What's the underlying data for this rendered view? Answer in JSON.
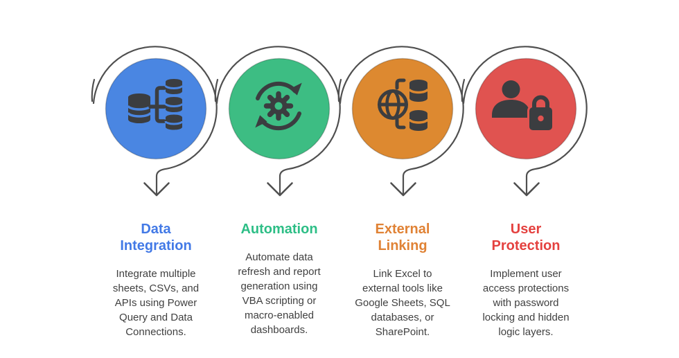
{
  "background": "#ffffff",
  "outline_color": "#4f4f4f",
  "icon_color": "#3b3d40",
  "body_text_color": "#3f3f3f",
  "items": [
    {
      "id": "data-integration",
      "title": "Data\nIntegration",
      "title_color": "#4279e6",
      "circle_color": "#4a86e2",
      "icon": "database-branch-icon",
      "body": "Integrate multiple\nsheets, CSVs, and\nAPIs using Power\nQuery and Data\nConnections."
    },
    {
      "id": "automation",
      "title": "Automation",
      "title_color": "#2dbe86",
      "circle_color": "#3dbd83",
      "icon": "gear-sync-icon",
      "body": "Automate data\nrefresh and report\ngeneration using\nVBA scripting or\nmacro-enabled\ndashboards."
    },
    {
      "id": "external-linking",
      "title": "External\nLinking",
      "title_color": "#e08235",
      "circle_color": "#dd8930",
      "icon": "globe-database-icon",
      "body": "Link Excel to\nexternal tools like\nGoogle Sheets, SQL\ndatabases, or\nSharePoint."
    },
    {
      "id": "user-protection",
      "title": "User\nProtection",
      "title_color": "#e4413f",
      "circle_color": "#e05350",
      "icon": "user-lock-icon",
      "body": "Implement user\naccess protections\nwith password\nlocking and hidden\nlogic layers."
    }
  ]
}
